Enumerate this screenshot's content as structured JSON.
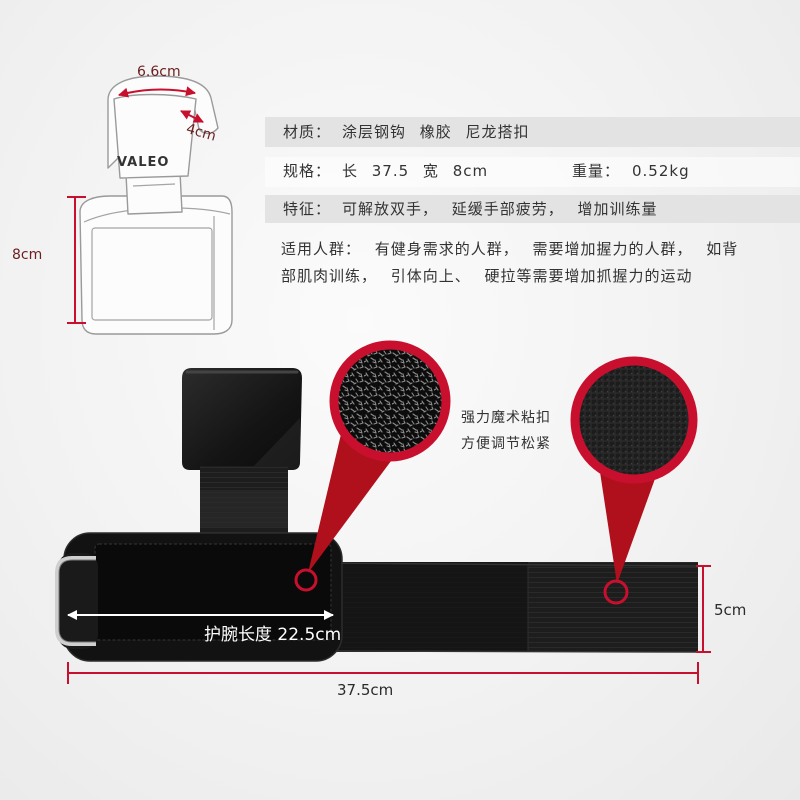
{
  "drawing": {
    "logo_text": "VALEO",
    "dim_hook_width": "6.6cm",
    "dim_hook_tip": "4cm",
    "dim_cuff_height": "8cm"
  },
  "specs": {
    "material": {
      "label": "材质：",
      "value": "涂层钢钩 橡胶 尼龙搭扣"
    },
    "size": {
      "label": "规格：",
      "value": "长 37.5 宽 8cm",
      "weight_label": "重量：",
      "weight_value": "0.52kg"
    },
    "features": {
      "label": "特征：",
      "value": "可解放双手， 延缓手部疲劳， 增加训练量"
    },
    "audience": {
      "line1": "适用人群： 有健身需求的人群， 需要增加握力的人群， 如背",
      "line2": "部肌肉训练， 引体向上、 硬拉等需要增加抓握力的运动"
    }
  },
  "callouts": {
    "velcro_line1": "强力魔术粘扣",
    "velcro_line2": "方便调节松紧"
  },
  "product": {
    "wrist_length_label": "护腕长度 22.5cm",
    "strap_width": "5cm",
    "total_length": "37.5cm"
  },
  "colors": {
    "accent": "#c8102e",
    "dim_label": "#6b1f1f",
    "text": "#333333",
    "band": "#e3e3e3",
    "wedge": "#b0101c"
  }
}
